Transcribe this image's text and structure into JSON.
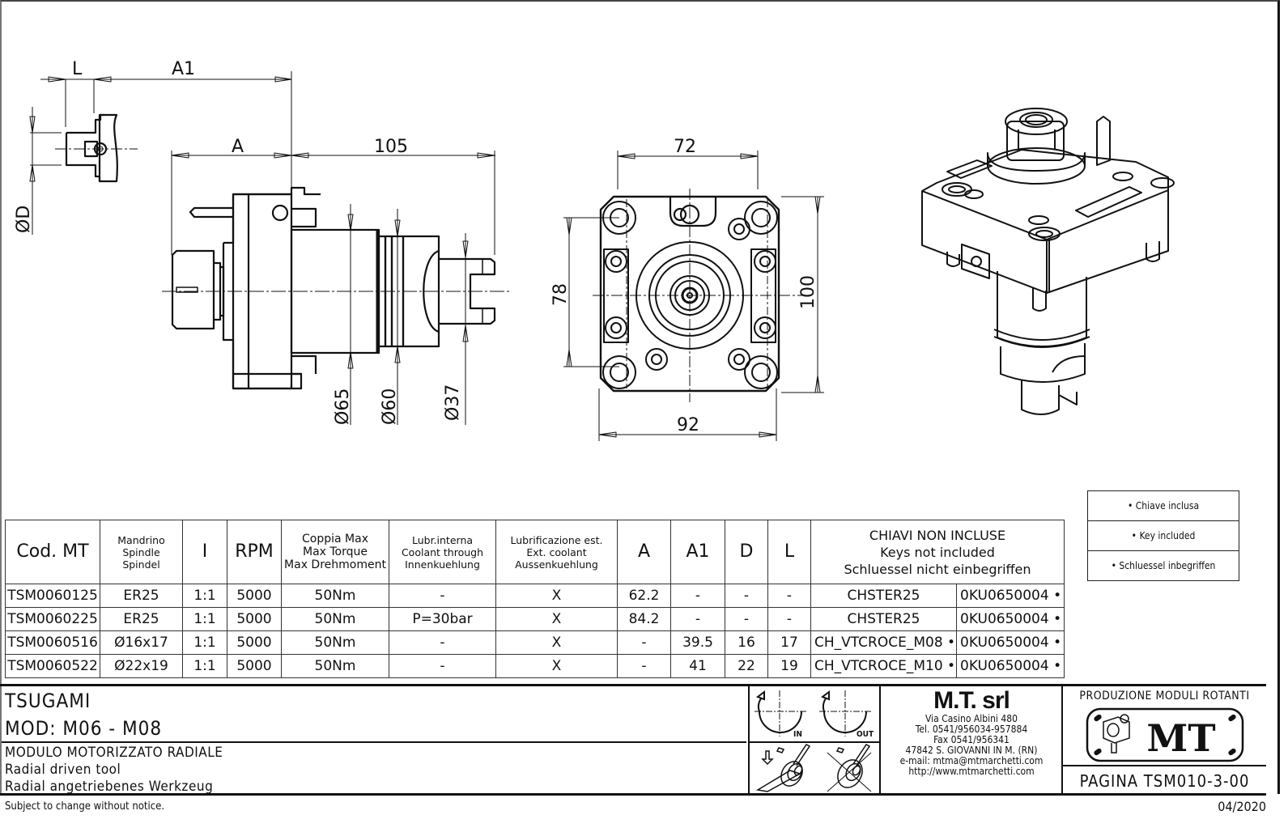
{
  "drawing": {
    "key_view": {
      "dim_L": "L",
      "dim_A1": "A1",
      "dim_D": "ØD"
    },
    "side_view": {
      "dim_A": "A",
      "dim_105": "105",
      "dim_d65": "Ø65",
      "dim_d60": "Ø60",
      "dim_d37": "Ø37"
    },
    "front_view": {
      "dim_72": "72",
      "dim_78": "78",
      "dim_100": "100",
      "dim_92": "92"
    },
    "isometric_view": {
      "label": "isometric-tool-view"
    }
  },
  "spec_table": {
    "headers": {
      "cod": "Cod. MT",
      "spindle": [
        "Mandrino",
        "Spindle",
        "Spindel"
      ],
      "ratio": "I",
      "rpm": "RPM",
      "torque": [
        "Coppia Max",
        "Max Torque",
        "Max Drehmoment"
      ],
      "coolant_int": [
        "Lubr.interna",
        "Coolant through",
        "Innenkuehlung"
      ],
      "coolant_ext": [
        "Lubrificazione est.",
        "Ext. coolant",
        "Aussenkuehlung"
      ],
      "a": "A",
      "a1": "A1",
      "d": "D",
      "l": "L",
      "keys": [
        "CHIAVI NON INCLUSE",
        "Keys not included",
        "Schluessel nicht einbegriffen"
      ]
    },
    "rows": [
      {
        "cod": "TSM0060125",
        "spindle": "ER25",
        "ratio": "1:1",
        "rpm": "5000",
        "torque": "50Nm",
        "coolant_int": "-",
        "coolant_ext": "X",
        "a": "62.2",
        "a1": "-",
        "d": "-",
        "l": "-",
        "key1": "CHSTER25",
        "key2": "0KU0650004 •"
      },
      {
        "cod": "TSM0060225",
        "spindle": "ER25",
        "ratio": "1:1",
        "rpm": "5000",
        "torque": "50Nm",
        "coolant_int": "P=30bar",
        "coolant_ext": "X",
        "a": "84.2",
        "a1": "-",
        "d": "-",
        "l": "-",
        "key1": "CHSTER25",
        "key2": "0KU0650004 •"
      },
      {
        "cod": "TSM0060516",
        "spindle": "Ø16x17",
        "ratio": "1:1",
        "rpm": "5000",
        "torque": "50Nm",
        "coolant_int": "-",
        "coolant_ext": "X",
        "a": "-",
        "a1": "39.5",
        "d": "16",
        "l": "17",
        "key1": "CH_VTCROCE_M08 •",
        "key2": "0KU0650004 •"
      },
      {
        "cod": "TSM0060522",
        "spindle": "Ø22x19",
        "ratio": "1:1",
        "rpm": "5000",
        "torque": "50Nm",
        "coolant_int": "-",
        "coolant_ext": "X",
        "a": "-",
        "a1": "41",
        "d": "22",
        "l": "19",
        "key1": "CH_VTCROCE_M10 •",
        "key2": "0KU0650004 •"
      }
    ]
  },
  "legend": {
    "items": [
      "• Chiave inclusa",
      "• Key included",
      "• Schluessel inbegriffen"
    ]
  },
  "title_block": {
    "brand": "TSUGAMI",
    "model": "MOD:  M06  -  M08",
    "description": [
      "MODULO MOTORIZZATO RADIALE",
      "Radial driven tool",
      "Radial angetriebenes Werkzeug"
    ],
    "rotation_icons": {
      "in_label": "IN",
      "out_label": "OUT"
    },
    "company": {
      "name": "M.T. srl",
      "address": "Via Casino Albini 480",
      "tel": "Tel. 0541/956034-957884",
      "fax": "Fax 0541/956341",
      "city": "47842 S. GIOVANNI IN M. (RN)",
      "email": "e-mail: mtma@mtmarchetti.com",
      "web": "http://www.mtmarchetti.com"
    },
    "production": {
      "title": "PRODUZIONE MODULI ROTANTI",
      "logo_text": "MT",
      "page": "PAGINA TSM010-3-00"
    }
  },
  "footer": {
    "note": "Subject to change without notice.",
    "date": "04/2020"
  }
}
